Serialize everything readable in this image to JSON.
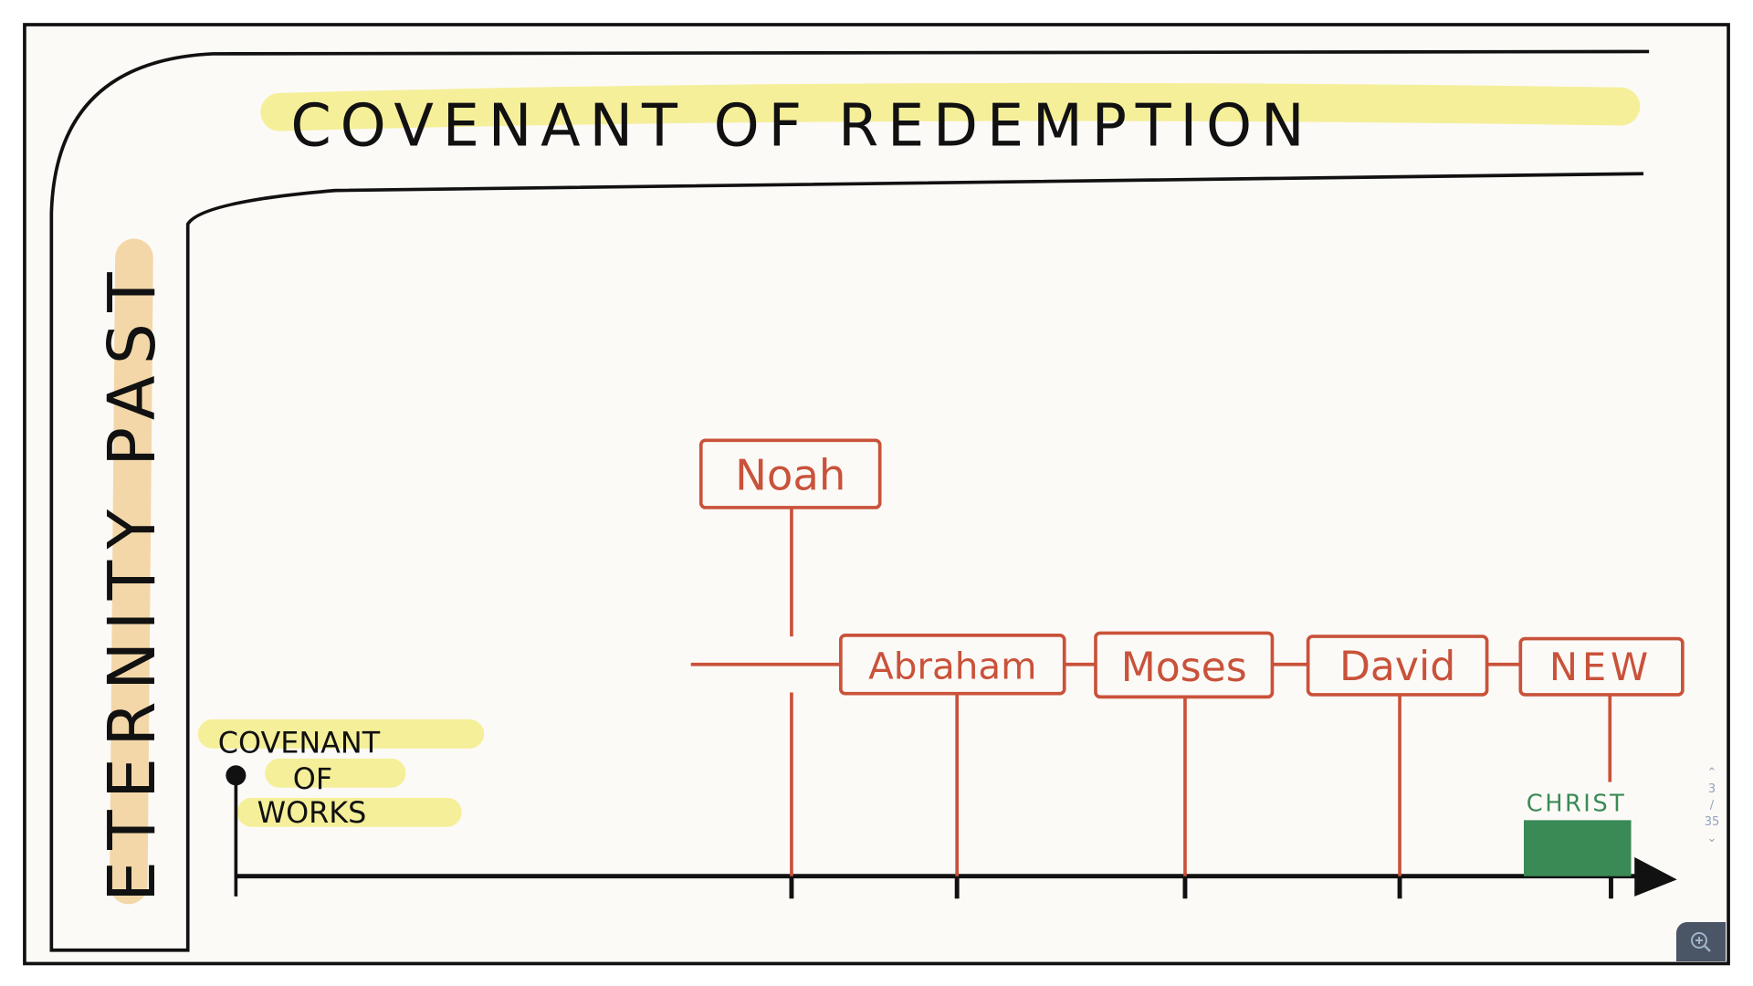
{
  "title": "COVENANT OF REDEMPTION",
  "side_label": "ETERNITY PAST",
  "start_label": [
    "COVENANT",
    "OF",
    "WORKS"
  ],
  "covenants": [
    {
      "label": "Noah"
    },
    {
      "label": "Abraham"
    },
    {
      "label": "Moses"
    },
    {
      "label": "David"
    },
    {
      "label": "NEW"
    }
  ],
  "christ_label": "CHRIST",
  "pager": {
    "current": "3",
    "separator": "/",
    "total": "35",
    "up_icon": "chevron-up-icon",
    "down_icon": "chevron-down-icon"
  },
  "colors": {
    "highlight": "#f5ef9a",
    "orange_highlight": "#f3d7a8",
    "box": "#c9523a",
    "christ": "#3a8a55",
    "ink": "#111111"
  }
}
